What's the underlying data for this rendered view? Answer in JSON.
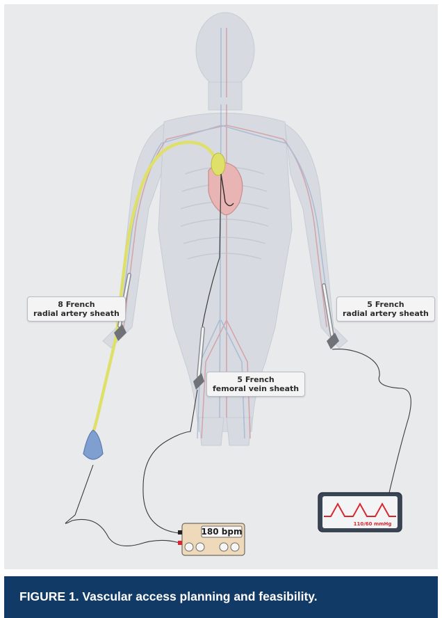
{
  "labels": {
    "right_radial": [
      "8 French",
      "radial artery sheath"
    ],
    "left_radial": [
      "5 French",
      "radial artery sheath"
    ],
    "femoral": [
      "5 French",
      "femoral vein sheath"
    ]
  },
  "pacer": {
    "rate": "180 bpm"
  },
  "monitor": {
    "pressure": "110/60 mmHg"
  },
  "caption": "FIGURE 1.  Vascular access planning and feasibility.",
  "colors": {
    "background": "#e9eaec",
    "caption_bar": "#123a66",
    "catheter_yellow": "#dfe06a",
    "balloon_blue": "#7f9fd0",
    "arterial_trace": "#d9262c",
    "monitor_bg": "#f3f4f6",
    "pacer_body": "#efd9bb"
  }
}
